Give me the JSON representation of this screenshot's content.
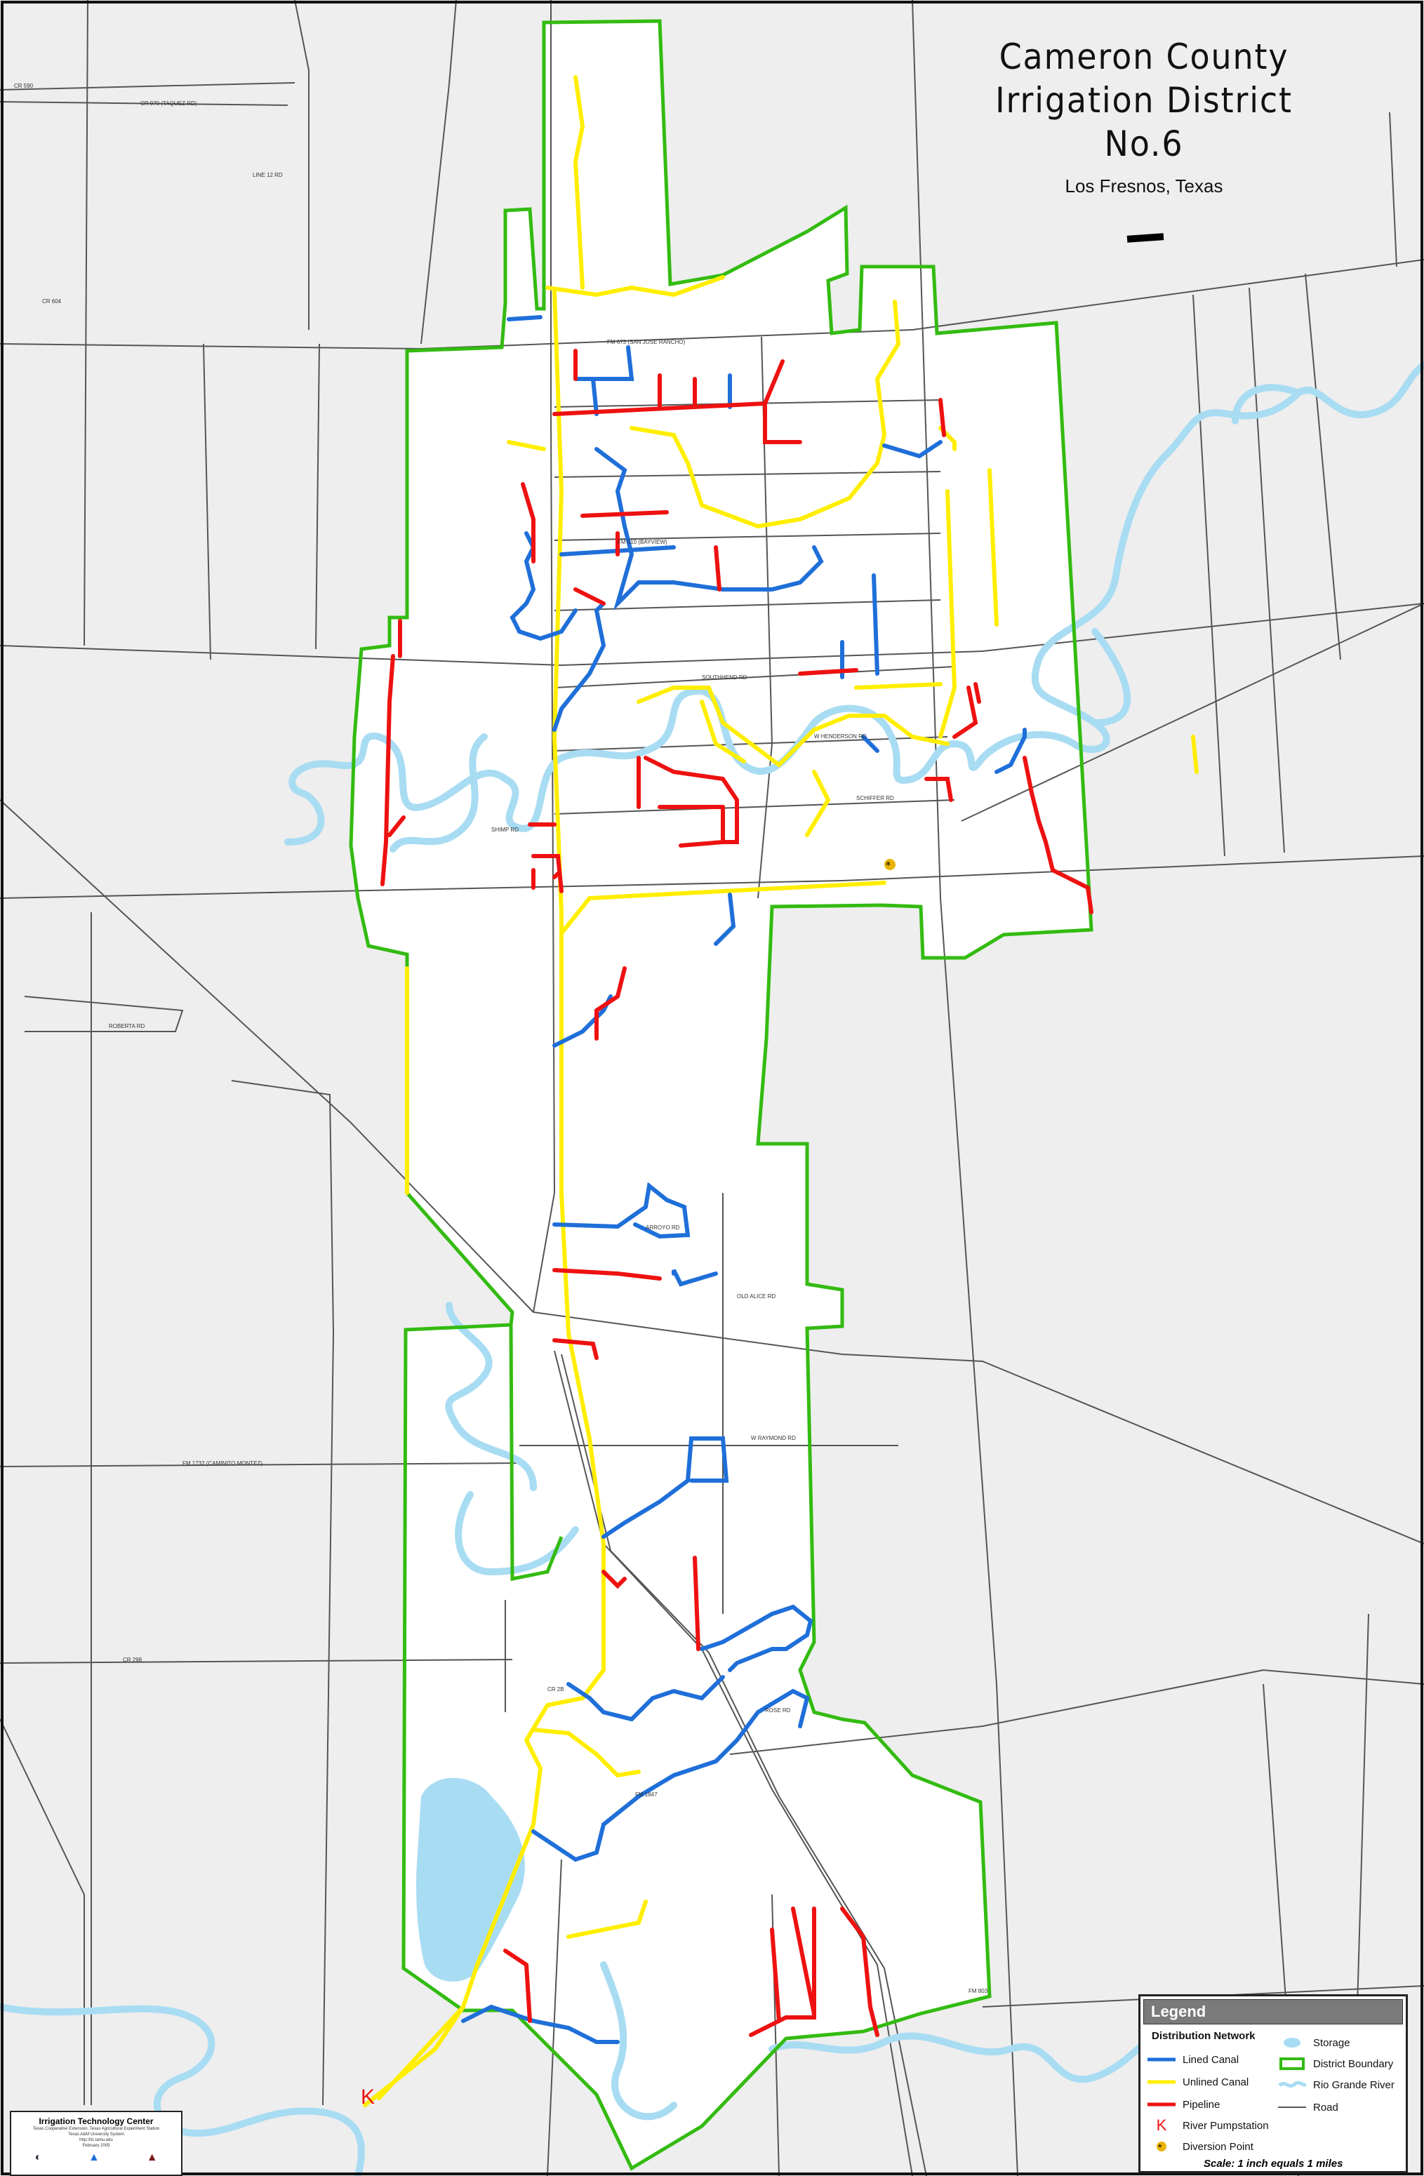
{
  "title": {
    "line1": "Cameron County",
    "line2": "Irrigation District No.6",
    "subtitle": "Los Fresnos, Texas"
  },
  "legend": {
    "heading": "Legend",
    "subheading": "Distribution Network",
    "items": [
      {
        "label": "Lined Canal",
        "color": "#1f6fd9"
      },
      {
        "label": "Unlined Canal",
        "color": "#ffee00"
      },
      {
        "label": "Pipeline",
        "color": "#ee1111"
      },
      {
        "label": "River Pumpstation",
        "color": "#ee1111"
      },
      {
        "label": "Diversion Point",
        "color": "#e8b400"
      },
      {
        "label": "Storage",
        "color": "#a8dcf3"
      },
      {
        "label": "District Boundary",
        "color": "#33bb11"
      },
      {
        "label": "Rio Grande River",
        "color": "#a8dcf3"
      },
      {
        "label": "Road",
        "color": "#555555"
      }
    ],
    "scale": "Scale: 1 inch equals 1 miles"
  },
  "credit": {
    "title": "Irrigation Technology Center",
    "lines": [
      "Texas Cooperative Extension, Texas Agricultural Experiment Station",
      "Texas A&M University System",
      "http://itc.tamu.edu",
      "February 2005"
    ]
  },
  "road_labels": [
    "CR 590",
    "CR 970 (TAQUEZ RD)",
    "LINE 12 RD",
    "CR 604",
    "FM 673 (SAN JOSE RANCHO)",
    "FM 510 (BAYVIEW)",
    "SOUTHHEND RD",
    "W HENDERSON RD",
    "SCHIFFER RD",
    "ROBERTA RD",
    "ARROYO RD",
    "W RAYMOND RD",
    "FM 1732 (CAMINITO MONTEZ)",
    "CR 298",
    "FM 1847",
    "FM 803",
    "OLD ALICE RD",
    "ROSE RD",
    "CR 2B",
    "SHIMP RD"
  ],
  "colors": {
    "lined_canal": "#1f6fd9",
    "unlined_canal": "#ffee00",
    "pipeline": "#ee1111",
    "boundary": "#33bb11",
    "water": "#a8dcf3",
    "outside": "#eeeeee",
    "road": "#555555"
  }
}
